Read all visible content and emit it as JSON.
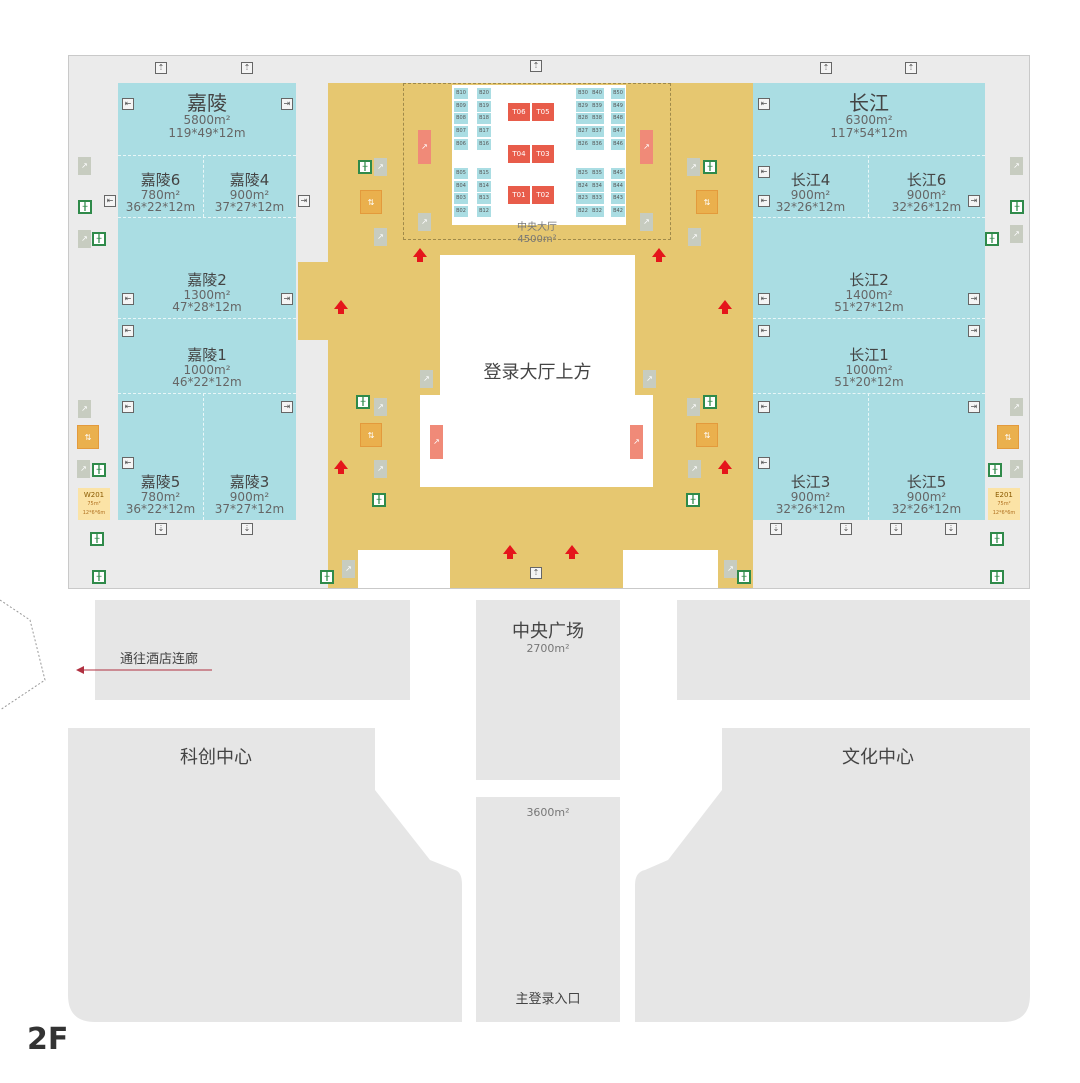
{
  "floor_label": "2F",
  "jialing": {
    "main": {
      "name": "嘉陵",
      "area": "5800m²",
      "dims": "119*49*12m"
    },
    "r6": {
      "name": "嘉陵6",
      "area": "780m²",
      "dims": "36*22*12m"
    },
    "r4": {
      "name": "嘉陵4",
      "area": "900m²",
      "dims": "37*27*12m"
    },
    "r2": {
      "name": "嘉陵2",
      "area": "1300m²",
      "dims": "47*28*12m"
    },
    "r1": {
      "name": "嘉陵1",
      "area": "1000m²",
      "dims": "46*22*12m"
    },
    "r5": {
      "name": "嘉陵5",
      "area": "780m²",
      "dims": "36*22*12m"
    },
    "r3": {
      "name": "嘉陵3",
      "area": "900m²",
      "dims": "37*27*12m"
    }
  },
  "changjiang": {
    "main": {
      "name": "长江",
      "area": "6300m²",
      "dims": "117*54*12m"
    },
    "r4": {
      "name": "长江4",
      "area": "900m²",
      "dims": "32*26*12m"
    },
    "r6": {
      "name": "长江6",
      "area": "900m²",
      "dims": "32*26*12m"
    },
    "r2": {
      "name": "长江2",
      "area": "1400m²",
      "dims": "51*27*12m"
    },
    "r1": {
      "name": "长江1",
      "area": "1000m²",
      "dims": "51*20*12m"
    },
    "r3": {
      "name": "长江3",
      "area": "900m²",
      "dims": "32*26*12m"
    },
    "r5": {
      "name": "长江5",
      "area": "900m²",
      "dims": "32*26*12m"
    }
  },
  "w201": {
    "name": "W201",
    "area": "75m²",
    "dims": "12*6*6m"
  },
  "e201": {
    "name": "E201",
    "area": "75m²",
    "dims": "12*6*6m"
  },
  "central_hall": {
    "name": "中央大厅",
    "area": "4500m²"
  },
  "lobby_above": "登录大厅上方",
  "plaza": {
    "name": "中央广场",
    "area": "2700m²"
  },
  "south_block": {
    "area": "3600m²",
    "entrance": "主登录入口"
  },
  "kechuang": "科创中心",
  "wenhua": "文化中心",
  "hotel_link": "通往酒店连廊",
  "tables": [
    "T06",
    "T05",
    "T04",
    "T03",
    "T01",
    "T02"
  ],
  "booth_columns": [
    [
      "B10",
      "B09",
      "B08",
      "B07",
      "B06",
      "B05",
      "B04",
      "B03",
      "B02"
    ],
    [
      "B20",
      "B19",
      "B18",
      "B17",
      "B16",
      "B15",
      "B14",
      "B13",
      "B12"
    ],
    [
      "B30",
      "B29",
      "B28",
      "B27",
      "B26",
      "B25",
      "B24",
      "B23",
      "B22"
    ],
    [
      "B40",
      "B39",
      "B38",
      "B37",
      "B36",
      "B35",
      "B34",
      "B33",
      "B32"
    ],
    [
      "B50",
      "B49",
      "B48",
      "B47",
      "B46",
      "B45",
      "B44",
      "B43",
      "B42"
    ]
  ],
  "colors": {
    "hall": "#aadde3",
    "corridor": "#e6c770",
    "table": "#e85c4a",
    "arrow": "#e5151b"
  }
}
